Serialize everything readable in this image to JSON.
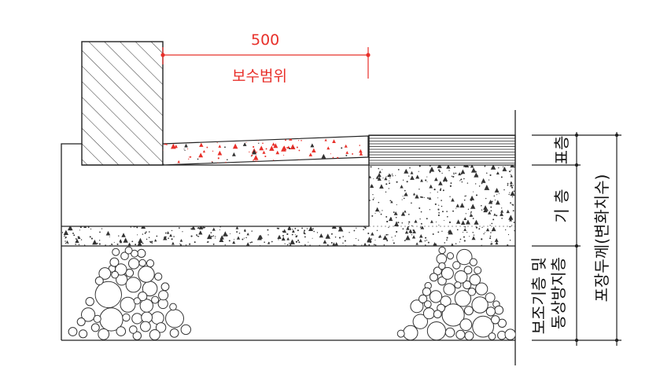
{
  "dimension": {
    "value": "500",
    "caption": "보수범위"
  },
  "layers": {
    "surface": "표층",
    "base": "기  층",
    "subbase": "보조기층 및\n동상방지층",
    "total": "포장두께(변화치수)"
  },
  "colors": {
    "dimension": "#e8302a",
    "line": "#222222",
    "speckle_red": "#e8302a",
    "speckle_dark": "#333333"
  },
  "icons": {
    "curb": "hatched-curb-block",
    "aggregate": "circle-aggregate-fill"
  }
}
